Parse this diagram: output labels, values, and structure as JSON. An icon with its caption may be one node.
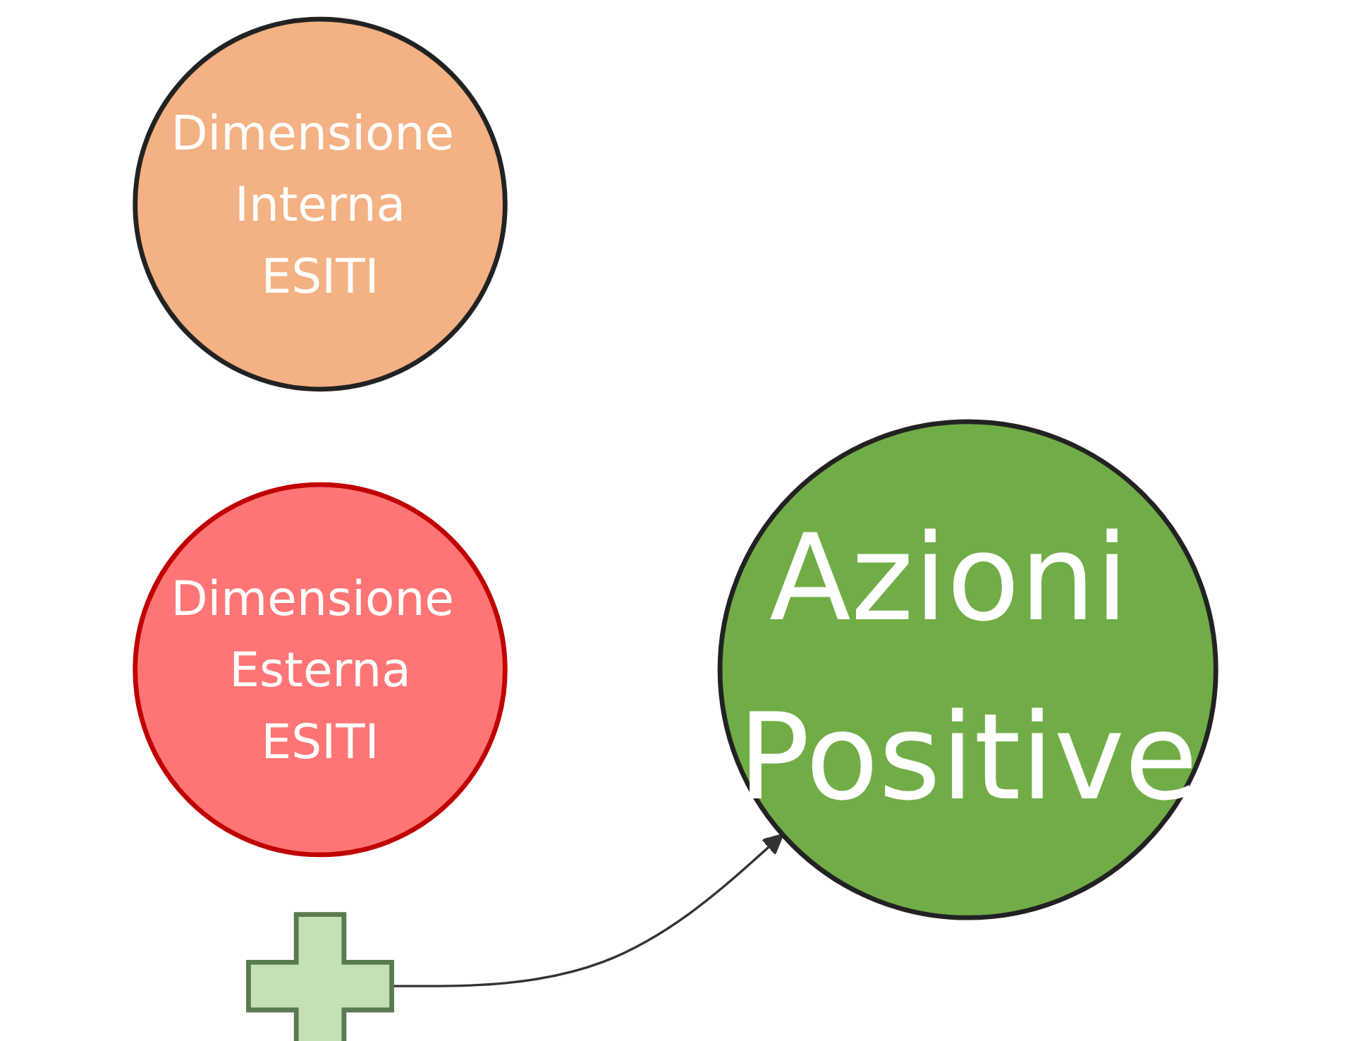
{
  "diagram": {
    "nodes": [
      {
        "text": [
          "Dimensione Interna",
          "ESITI"
        ]
      },
      {
        "text": [],
        "shape": "plus"
      },
      {
        "text": [
          "Dimensione Esterna",
          "ESITI"
        ]
      },
      {
        "text": [
          "Azioni Positive"
        ]
      }
    ],
    "edges": [
      {
        "from": 1,
        "to": 3,
        "arrow": "to"
      }
    ]
  }
}
